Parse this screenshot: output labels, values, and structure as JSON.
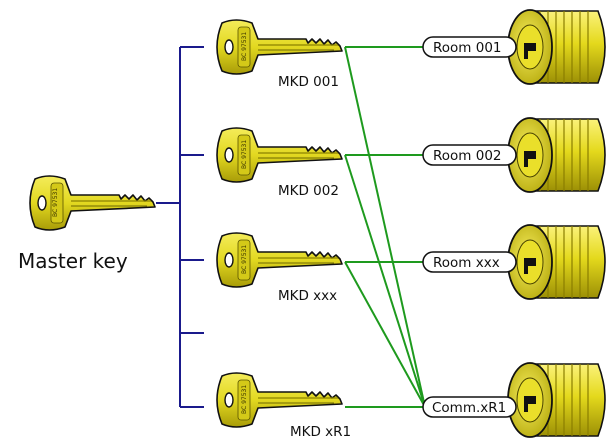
{
  "master": {
    "label": "Master key",
    "stamp": "BC 97531"
  },
  "keys": [
    {
      "label": "MKD 001",
      "stamp": "BC 97531"
    },
    {
      "label": "MKD 002",
      "stamp": "BC 97531"
    },
    {
      "label": "MKD xxx",
      "stamp": "BC 97531"
    },
    {
      "label": "MKD xR1",
      "stamp": "BC 97531"
    }
  ],
  "cylinders": [
    {
      "label": "Room 001"
    },
    {
      "label": "Room 002"
    },
    {
      "label": "Room xxx"
    },
    {
      "label": "Comm.xR1"
    }
  ],
  "colors": {
    "tree_line": "#1a1a8c",
    "link_line": "#1e9a1e",
    "key_fill": "#e2d820",
    "key_dark": "#8a8200",
    "cylinder_fill": "#e2d820",
    "outline": "#111111"
  },
  "icons": {
    "master": "key-icon",
    "key": "key-icon",
    "cylinder": "lock-cylinder-icon"
  }
}
